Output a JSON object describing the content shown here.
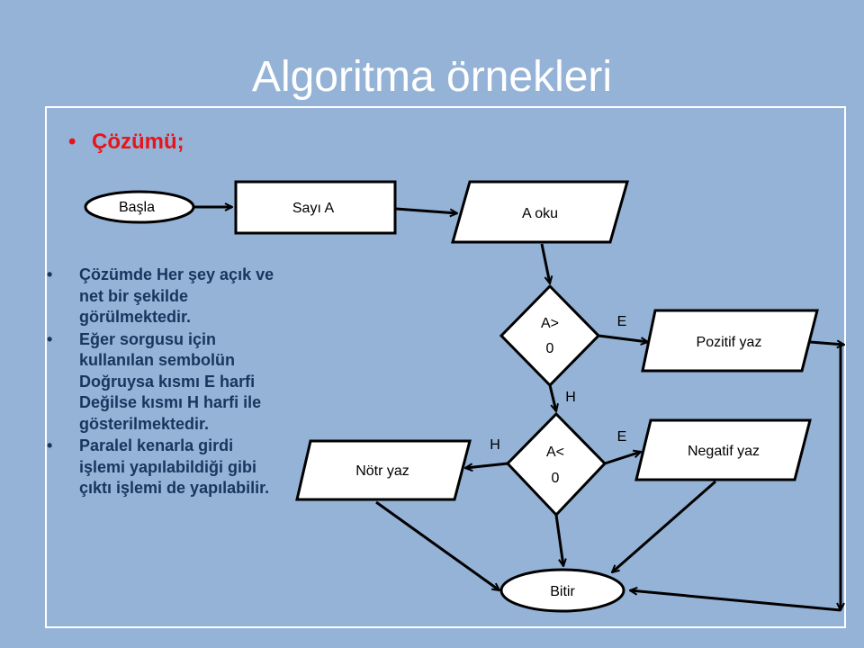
{
  "title": "Algoritma örnekleri",
  "solution_heading": "Çözümü;",
  "notes": [
    "Çözümde Her şey açık ve net bir şekilde görülmektedir.",
    "Eğer sorgusu için kullanılan sembolün Doğruysa kısmı E harfi Değilse kısmı H harfi ile gösterilmektedir.",
    "Paralel kenarla girdi işlemi yapılabildiği gibi çıktı işlemi de yapılabilir."
  ],
  "flowchart": {
    "start": "Başla",
    "declare": "Sayı A",
    "input": "A oku",
    "decision1": [
      "A>",
      "0"
    ],
    "decision2": [
      "A<",
      "0"
    ],
    "positive": "Pozitif yaz",
    "negative": "Negatif yaz",
    "neutral": "Nötr yaz",
    "end": "Bitir",
    "labels": {
      "yes": "E",
      "no": "H"
    }
  },
  "colors": {
    "background": "#95b3d7",
    "heading": "#e8141a",
    "body_text": "#17365d"
  }
}
